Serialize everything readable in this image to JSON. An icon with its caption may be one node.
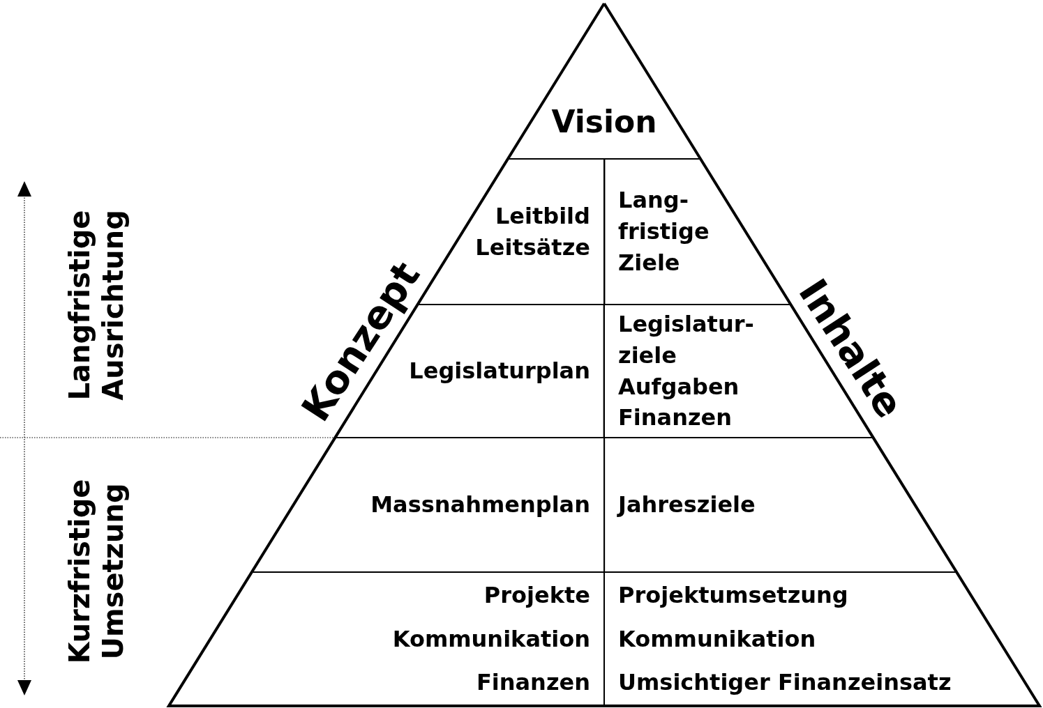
{
  "diagram": {
    "nodes": [
      {
        "text": [
          "Vision"
        ]
      },
      {
        "text": [
          "Leitbild",
          "Leitsätze"
        ]
      },
      {
        "text": [
          "Lang- fristige Ziele"
        ]
      },
      {
        "text": [
          "Legislaturplan"
        ]
      },
      {
        "text": [
          "Legislatur- ziele",
          "Aufgaben",
          "Finanzen"
        ]
      },
      {
        "text": [
          "Massnahmenplan"
        ]
      },
      {
        "text": [
          "Jahresziele"
        ]
      },
      {
        "text": [
          "Projekte",
          "Kommunikation",
          "Finanzen"
        ]
      },
      {
        "text": [
          "Projektumsetzung",
          "Kommunikation",
          "Umsichtiger Finanzeinsatz"
        ]
      }
    ],
    "labels": [
      "Konzept",
      "Inhalte",
      "Langfristige Ausrichtung",
      "Kurzfristige Umsetzung"
    ]
  }
}
